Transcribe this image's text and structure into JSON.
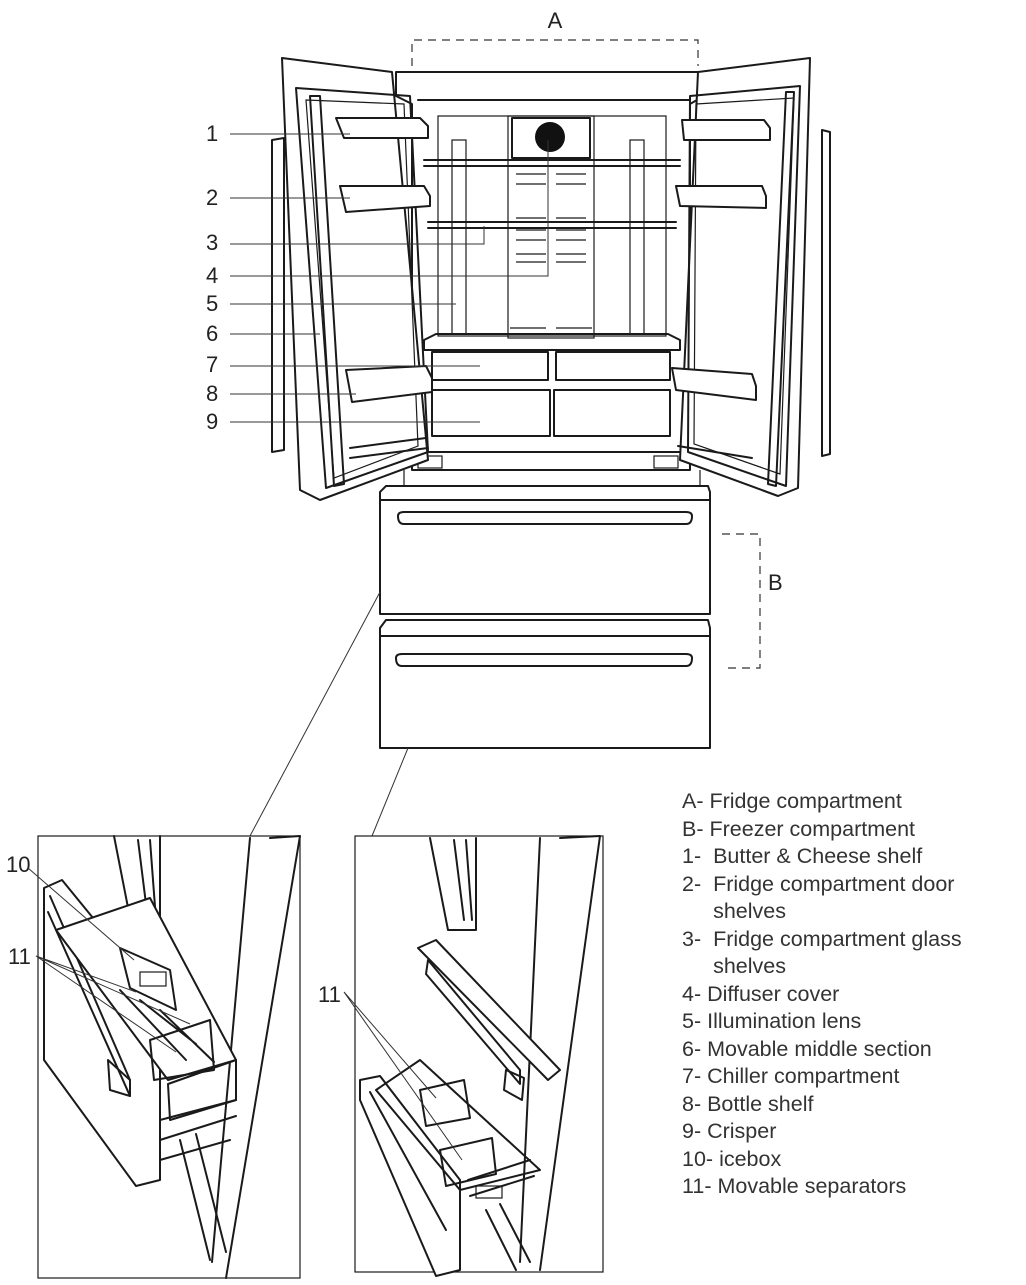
{
  "callouts": {
    "A": "A",
    "B": "B",
    "n1": "1",
    "n2": "2",
    "n3": "3",
    "n4": "4",
    "n5": "5",
    "n6": "6",
    "n7": "7",
    "n8": "8",
    "n9": "9",
    "n10": "10",
    "n11_left": "11",
    "n11_right": "11"
  },
  "legend": [
    {
      "key": "A- ",
      "text": "Fridge compartment"
    },
    {
      "key": "B- ",
      "text": "Freezer compartment"
    },
    {
      "key": "1-  ",
      "text": "Butter & Cheese shelf"
    },
    {
      "key": "2-  ",
      "text": "Fridge compartment door shelves"
    },
    {
      "key": "3-  ",
      "text": "Fridge compartment glass shelves"
    },
    {
      "key": "4- ",
      "text": "Diffuser cover"
    },
    {
      "key": "5- ",
      "text": "Illumination lens"
    },
    {
      "key": "6- ",
      "text": "Movable middle section"
    },
    {
      "key": "7- ",
      "text": "Chiller compartment"
    },
    {
      "key": "8- ",
      "text": "Bottle shelf"
    },
    {
      "key": "9- ",
      "text": "Crisper"
    },
    {
      "key": "10- ",
      "text": "icebox"
    },
    {
      "key": "11- ",
      "text": "Movable separators"
    }
  ]
}
